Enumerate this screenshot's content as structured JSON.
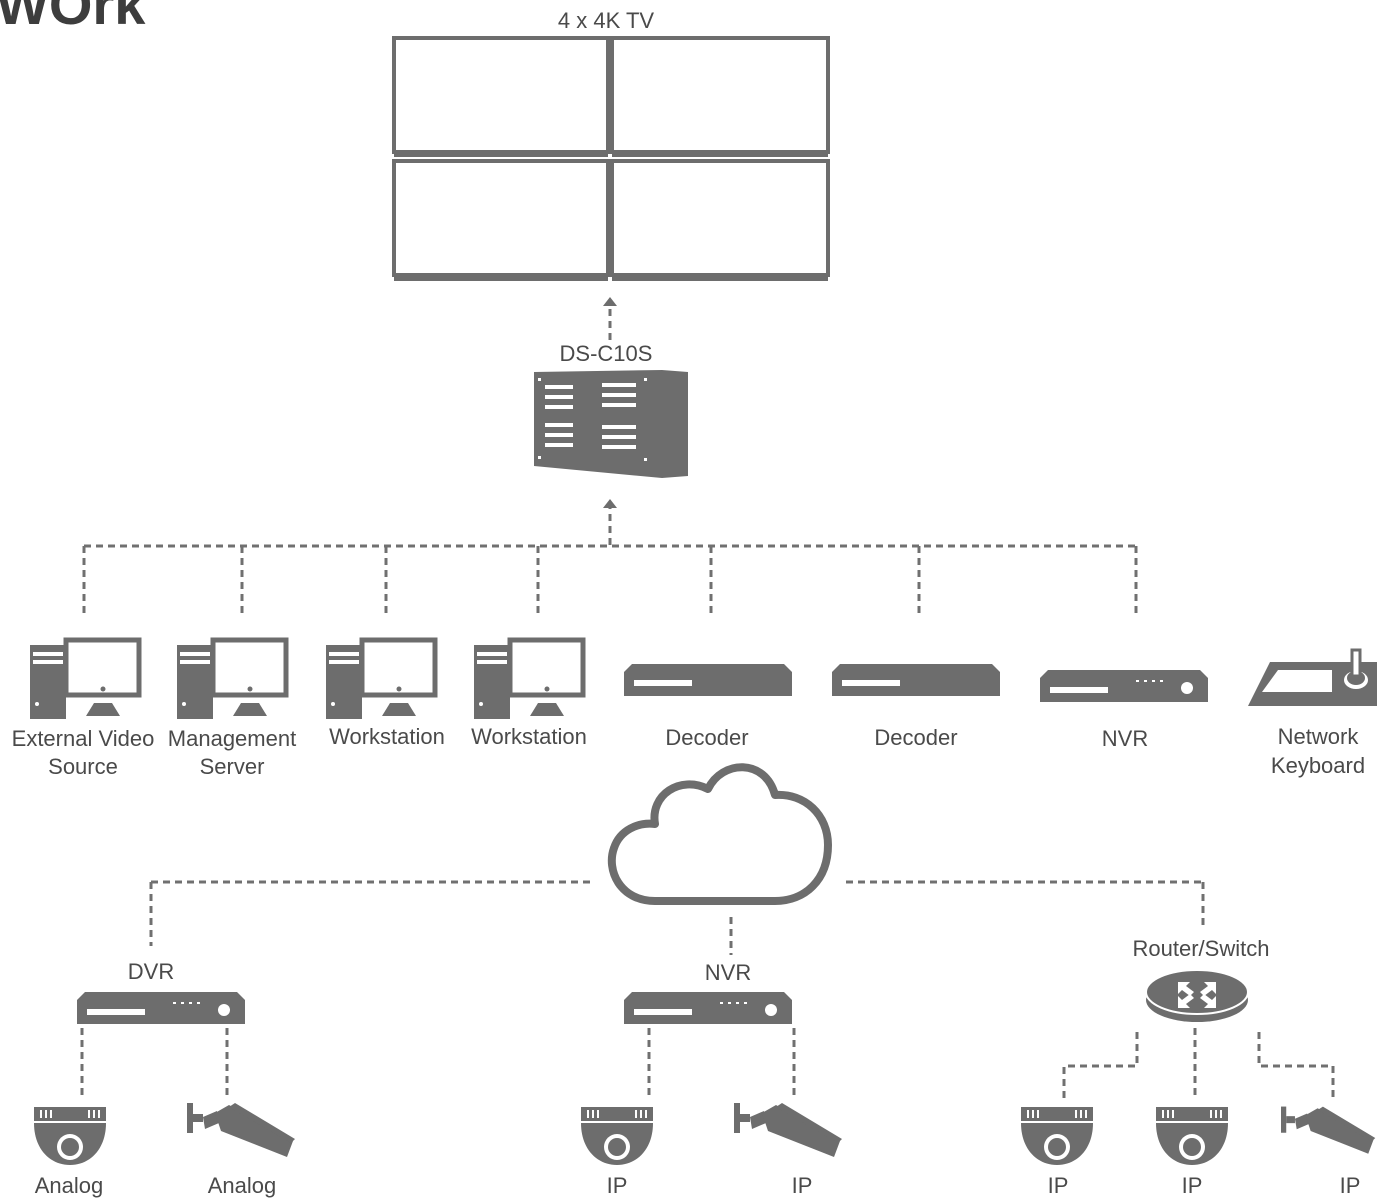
{
  "header": {
    "partial_title": "WOrk"
  },
  "video_wall": {
    "label": "4 x 4K TV"
  },
  "controller": {
    "label": "DS-C10S"
  },
  "devices": [
    {
      "label_line1": "External Video",
      "label_line2": "Source",
      "icon": "workstation-icon"
    },
    {
      "label_line1": "Management",
      "label_line2": "Server",
      "icon": "workstation-icon"
    },
    {
      "label_line1": "Workstation",
      "label_line2": "",
      "icon": "workstation-icon"
    },
    {
      "label_line1": "Workstation",
      "label_line2": "",
      "icon": "workstation-icon"
    },
    {
      "label_line1": "Decoder",
      "label_line2": "",
      "icon": "decoder-icon"
    },
    {
      "label_line1": "Decoder",
      "label_line2": "",
      "icon": "decoder-icon"
    },
    {
      "label_line1": "NVR",
      "label_line2": "",
      "icon": "nvr-icon"
    },
    {
      "label_line1": "Network",
      "label_line2": "Keyboard",
      "icon": "network-keyboard-icon"
    }
  ],
  "network": {
    "icon": "cloud-icon"
  },
  "recorders": {
    "dvr": {
      "label": "DVR"
    },
    "nvr": {
      "label": "NVR"
    },
    "router": {
      "label": "Router/Switch"
    }
  },
  "cameras": [
    {
      "label": "Analog",
      "icon": "dome-camera-icon"
    },
    {
      "label": "Analog",
      "icon": "bullet-camera-icon"
    },
    {
      "label": "IP",
      "icon": "dome-camera-icon"
    },
    {
      "label": "IP",
      "icon": "bullet-camera-icon"
    },
    {
      "label": "IP",
      "icon": "dome-camera-icon"
    },
    {
      "label": "IP",
      "icon": "dome-camera-icon"
    },
    {
      "label": "IP",
      "icon": "bullet-camera-icon"
    }
  ],
  "colors": {
    "icon": "#6d6d6d",
    "line": "#707070",
    "text": "#4a4a4a"
  }
}
